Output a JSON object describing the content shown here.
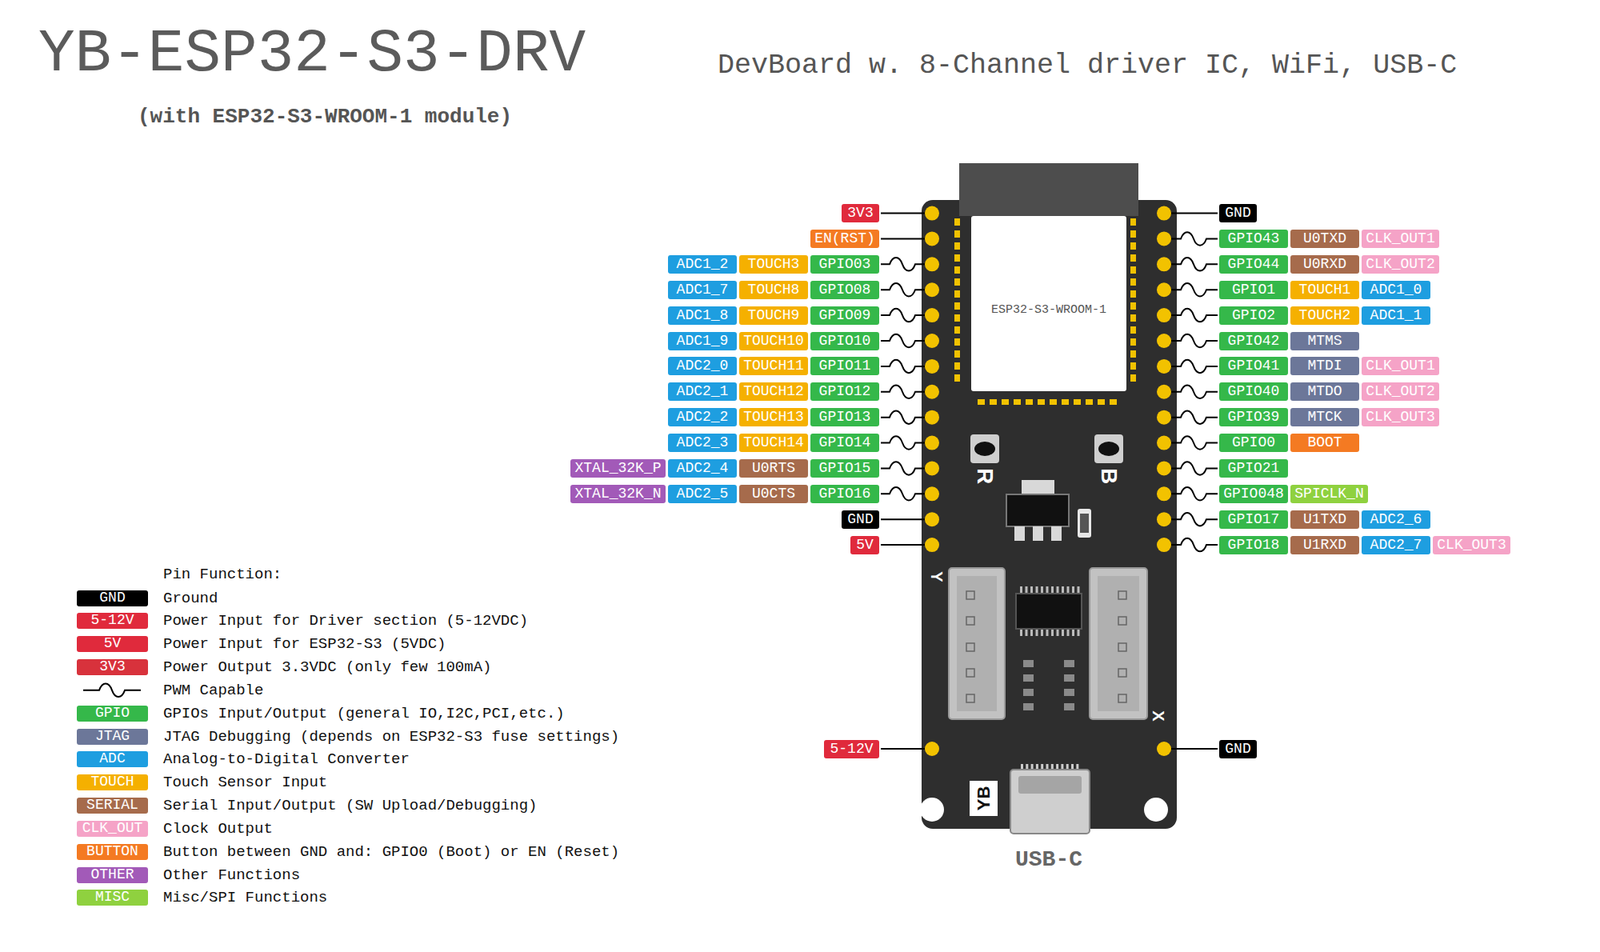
{
  "diagram": {
    "title": "YB-ESP32-S3-DRV",
    "nodes": [
      {
        "text": [
          "3V3"
        ]
      },
      {
        "text": [
          "EN(RST)"
        ]
      },
      {
        "text": [
          "ADC1_2"
        ]
      },
      {
        "text": [
          "TOUCH3"
        ]
      },
      {
        "text": [
          "GPIO03"
        ]
      },
      {
        "text": [
          "ADC1_7"
        ]
      },
      {
        "text": [
          "TOUCH8"
        ]
      },
      {
        "text": [
          "GPIO08"
        ]
      },
      {
        "text": [
          "ADC1_8"
        ]
      },
      {
        "text": [
          "TOUCH9"
        ]
      },
      {
        "text": [
          "GPIO09"
        ]
      },
      {
        "text": [
          "ADC1_9"
        ]
      },
      {
        "text": [
          "TOUCH10"
        ]
      },
      {
        "text": [
          "GPIO10"
        ]
      },
      {
        "text": [
          "ADC2_0"
        ]
      },
      {
        "text": [
          "TOUCH11"
        ]
      },
      {
        "text": [
          "GPIO11"
        ]
      },
      {
        "text": [
          "ADC2_1"
        ]
      },
      {
        "text": [
          "TOUCH12"
        ]
      },
      {
        "text": [
          "GPIO12"
        ]
      },
      {
        "text": [
          "ADC2_2"
        ]
      },
      {
        "text": [
          "TOUCH13"
        ]
      },
      {
        "text": [
          "GPIO13"
        ]
      },
      {
        "text": [
          "ADC2_3"
        ]
      },
      {
        "text": [
          "TOUCH14"
        ]
      },
      {
        "text": [
          "GPIO14"
        ]
      },
      {
        "text": [
          "XTAL_32K_P"
        ]
      },
      {
        "text": [
          "ADC2_4"
        ]
      },
      {
        "text": [
          "U0RTS"
        ]
      },
      {
        "text": [
          "GPIO15"
        ]
      },
      {
        "text": [
          "XTAL_32K_N"
        ]
      },
      {
        "text": [
          "ADC2_5"
        ]
      },
      {
        "text": [
          "U0CTS"
        ]
      },
      {
        "text": [
          "GPIO16"
        ]
      },
      {
        "text": [
          "GND"
        ]
      },
      {
        "text": [
          "5V"
        ]
      },
      {
        "text": [
          "5-12V"
        ]
      },
      {
        "text": [
          "GND"
        ]
      },
      {
        "text": [
          "GPIO43"
        ]
      },
      {
        "text": [
          "U0TXD"
        ]
      },
      {
        "text": [
          "CLK_OUT1"
        ]
      },
      {
        "text": [
          "GPIO44"
        ]
      },
      {
        "text": [
          "U0RXD"
        ]
      },
      {
        "text": [
          "CLK_OUT2"
        ]
      },
      {
        "text": [
          "GPIO1"
        ]
      },
      {
        "text": [
          "TOUCH1"
        ]
      },
      {
        "text": [
          "ADC1_0"
        ]
      },
      {
        "text": [
          "GPIO2"
        ]
      },
      {
        "text": [
          "TOUCH2"
        ]
      },
      {
        "text": [
          "ADC1_1"
        ]
      },
      {
        "text": [
          "GPIO42"
        ]
      },
      {
        "text": [
          "MTMS"
        ]
      },
      {
        "text": [
          "GPIO41"
        ]
      },
      {
        "text": [
          "MTDI"
        ]
      },
      {
        "text": [
          "CLK_OUT1"
        ]
      },
      {
        "text": [
          "GPIO40"
        ]
      },
      {
        "text": [
          "MTDO"
        ]
      },
      {
        "text": [
          "CLK_OUT2"
        ]
      },
      {
        "text": [
          "GPIO39"
        ]
      },
      {
        "text": [
          "MTCK"
        ]
      },
      {
        "text": [
          "CLK_OUT3"
        ]
      },
      {
        "text": [
          "GPIO0"
        ]
      },
      {
        "text": [
          "BOOT"
        ]
      },
      {
        "text": [
          "GPIO21"
        ]
      },
      {
        "text": [
          "GPIO048"
        ]
      },
      {
        "text": [
          "SPICLK_N"
        ]
      },
      {
        "text": [
          "GPIO17"
        ]
      },
      {
        "text": [
          "U1TXD"
        ]
      },
      {
        "text": [
          "ADC2_6"
        ]
      },
      {
        "text": [
          "GPIO18"
        ]
      },
      {
        "text": [
          "U1RXD"
        ]
      },
      {
        "text": [
          "ADC2_7"
        ]
      },
      {
        "text": [
          "CLK_OUT3"
        ]
      },
      {
        "text": [
          "GND"
        ]
      }
    ],
    "labels": [
      "(with ESP32-S3-WROOM-1 module)",
      "DevBoard w. 8-Channel driver IC, WiFi, USB-C",
      "ESP32-S3-WROOM-1",
      "R",
      "B",
      "Y",
      "X",
      "YB",
      "USB-C",
      "Pin Function:",
      "GND",
      "5-12V",
      "5V",
      "3V3",
      "GPIO",
      "JTAG",
      "ADC",
      "TOUCH",
      "SERIAL",
      "CLK_OUT",
      "BUTTON",
      "OTHER",
      "MISC"
    ],
    "legend": [
      {
        "text": "Ground",
        "color": "#000000"
      },
      {
        "text": "Power Input for Driver section (5-12VDC)",
        "color": "#e02a3c"
      },
      {
        "text": "Power Input for ESP32-S3 (5VDC)",
        "color": "#e02a3c"
      },
      {
        "text": "Power Output 3.3VDC (only few 100mA)",
        "color": "#d8323c"
      },
      {
        "text": "PWM Capable"
      },
      {
        "text": "GPIOs Input/Output (general IO,I2C,PCI,etc.)",
        "color": "#35b84a"
      },
      {
        "text": "JTAG Debugging (depends on ESP32-S3 fuse settings)",
        "color": "#6c7799"
      },
      {
        "text": "Analog-to-Digital Converter",
        "color": "#1e9ee0"
      },
      {
        "text": "Touch Sensor Input",
        "color": "#f5b000"
      },
      {
        "text": "Serial Input/Output (SW Upload/Debugging)",
        "color": "#a66b4c"
      },
      {
        "text": "Clock Output",
        "color": "#f5a3c7"
      },
      {
        "text": "Button between GND and: GPIO0 (Boot) or EN (Reset)",
        "color": "#f47a22"
      },
      {
        "text": "Other Functions",
        "color": "#a25ab8"
      },
      {
        "text": "Misc/SPI Functions",
        "color": "#8fd13f"
      }
    ]
  }
}
